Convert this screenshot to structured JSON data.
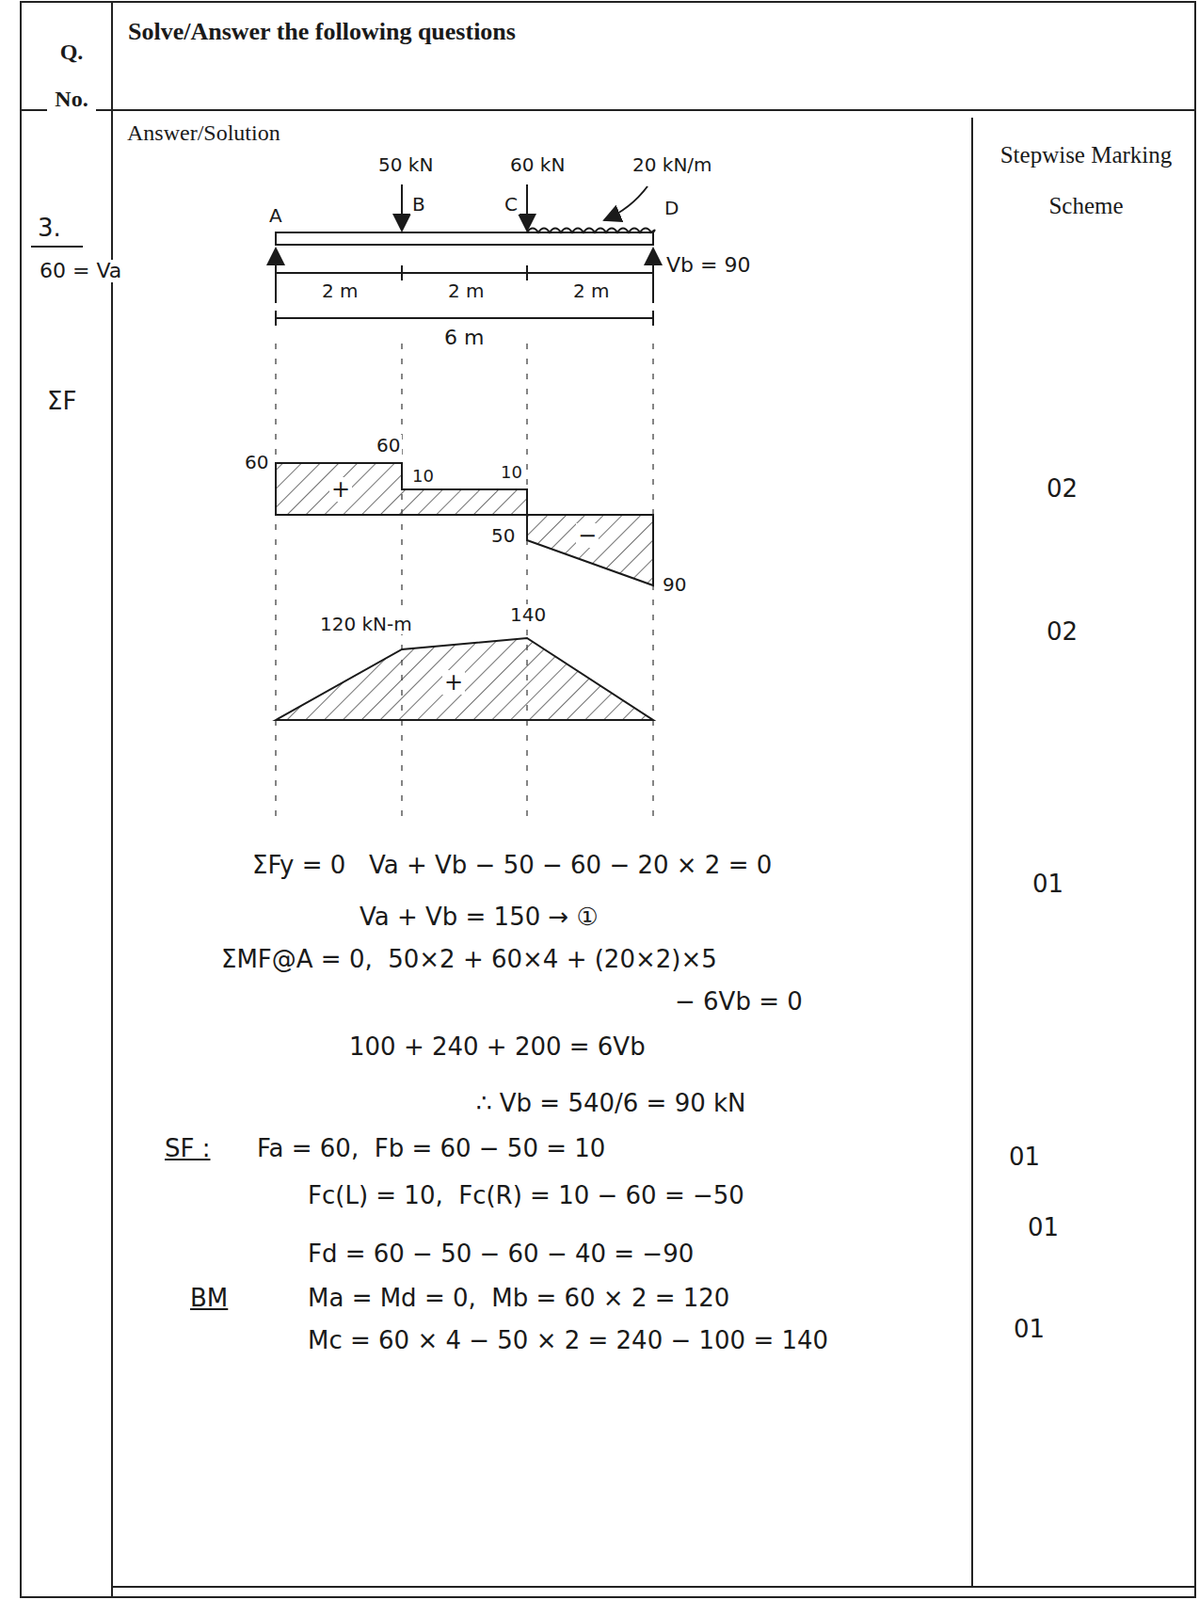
{
  "diagram": {
    "labels": [
      "Q. No.",
      "Solve/Answer the following questions",
      "Answer/Solution",
      "Stepwise Marking Scheme",
      "3.",
      "50 kN",
      "60 kN",
      "20 kN/m",
      "A",
      "B",
      "C",
      "D",
      "60 = Va",
      "2 m",
      "2 m",
      "2 m",
      "Vb = 90",
      "6 m",
      "ΣF",
      "60",
      "60",
      "10",
      "10",
      "+",
      "50",
      "−",
      "90",
      "120 kN-m",
      "140",
      "+",
      "02",
      "02",
      "ΣFy = 0   Va + Vb − 50 − 60 − 20 × 2 = 0",
      "01",
      "Va + Vb = 150 → ①",
      "ΣMF@A = 0,  50×2 + 60×4 + (20×2)×5",
      "− 6Vb = 0",
      "100 + 240 + 200 = 6Vb",
      "∴ Vb = 540/6 = 90 kN",
      "01",
      "SF :",
      "Fa = 60,  Fb = 60 − 50 = 10",
      "01",
      "Fc(L) = 10,  Fc(R) = 10 − 60 = −50",
      "Fd = 60 − 50 − 60 − 40 = −90",
      "BM",
      "01",
      "Ma = Md = 0,  Mb = 60 × 2 = 120",
      "Mc = 60 × 4 − 50 × 2 = 240 − 100 = 140"
    ]
  }
}
